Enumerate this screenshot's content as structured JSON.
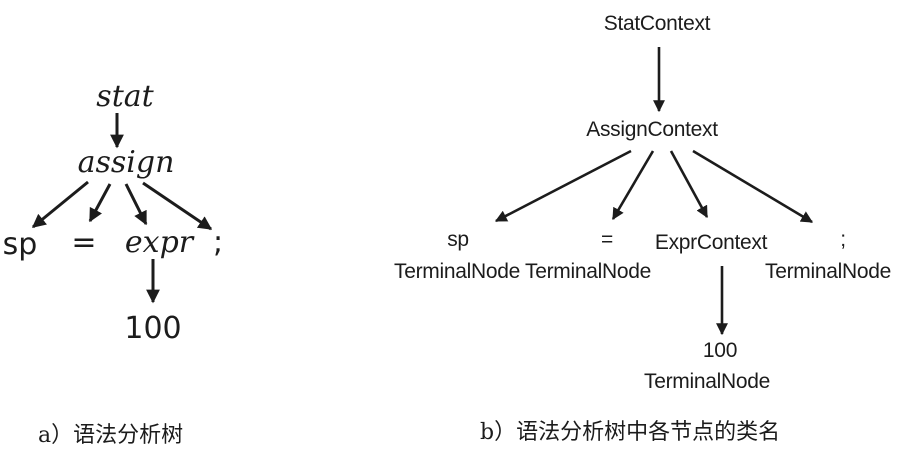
{
  "panel_a": {
    "caption": "a）语法分析树",
    "nodes": {
      "root": "stat",
      "assign": "assign",
      "sp": "sp",
      "eq": "=",
      "expr": "expr",
      "semi": ";",
      "value": "100"
    }
  },
  "panel_b": {
    "caption": "b）语法分析树中各节点的类名",
    "nodes": {
      "root": "StatContext",
      "assign": "AssignContext",
      "sp": "sp",
      "sp_type": "TerminalNode",
      "eq": "=",
      "eq_type": "TerminalNode",
      "expr": "ExprContext",
      "semi": ";",
      "semi_type": "TerminalNode",
      "value": "100",
      "value_type": "TerminalNode"
    }
  },
  "colors": {
    "ink": "#1c1c1c",
    "background": "#ffffff"
  }
}
